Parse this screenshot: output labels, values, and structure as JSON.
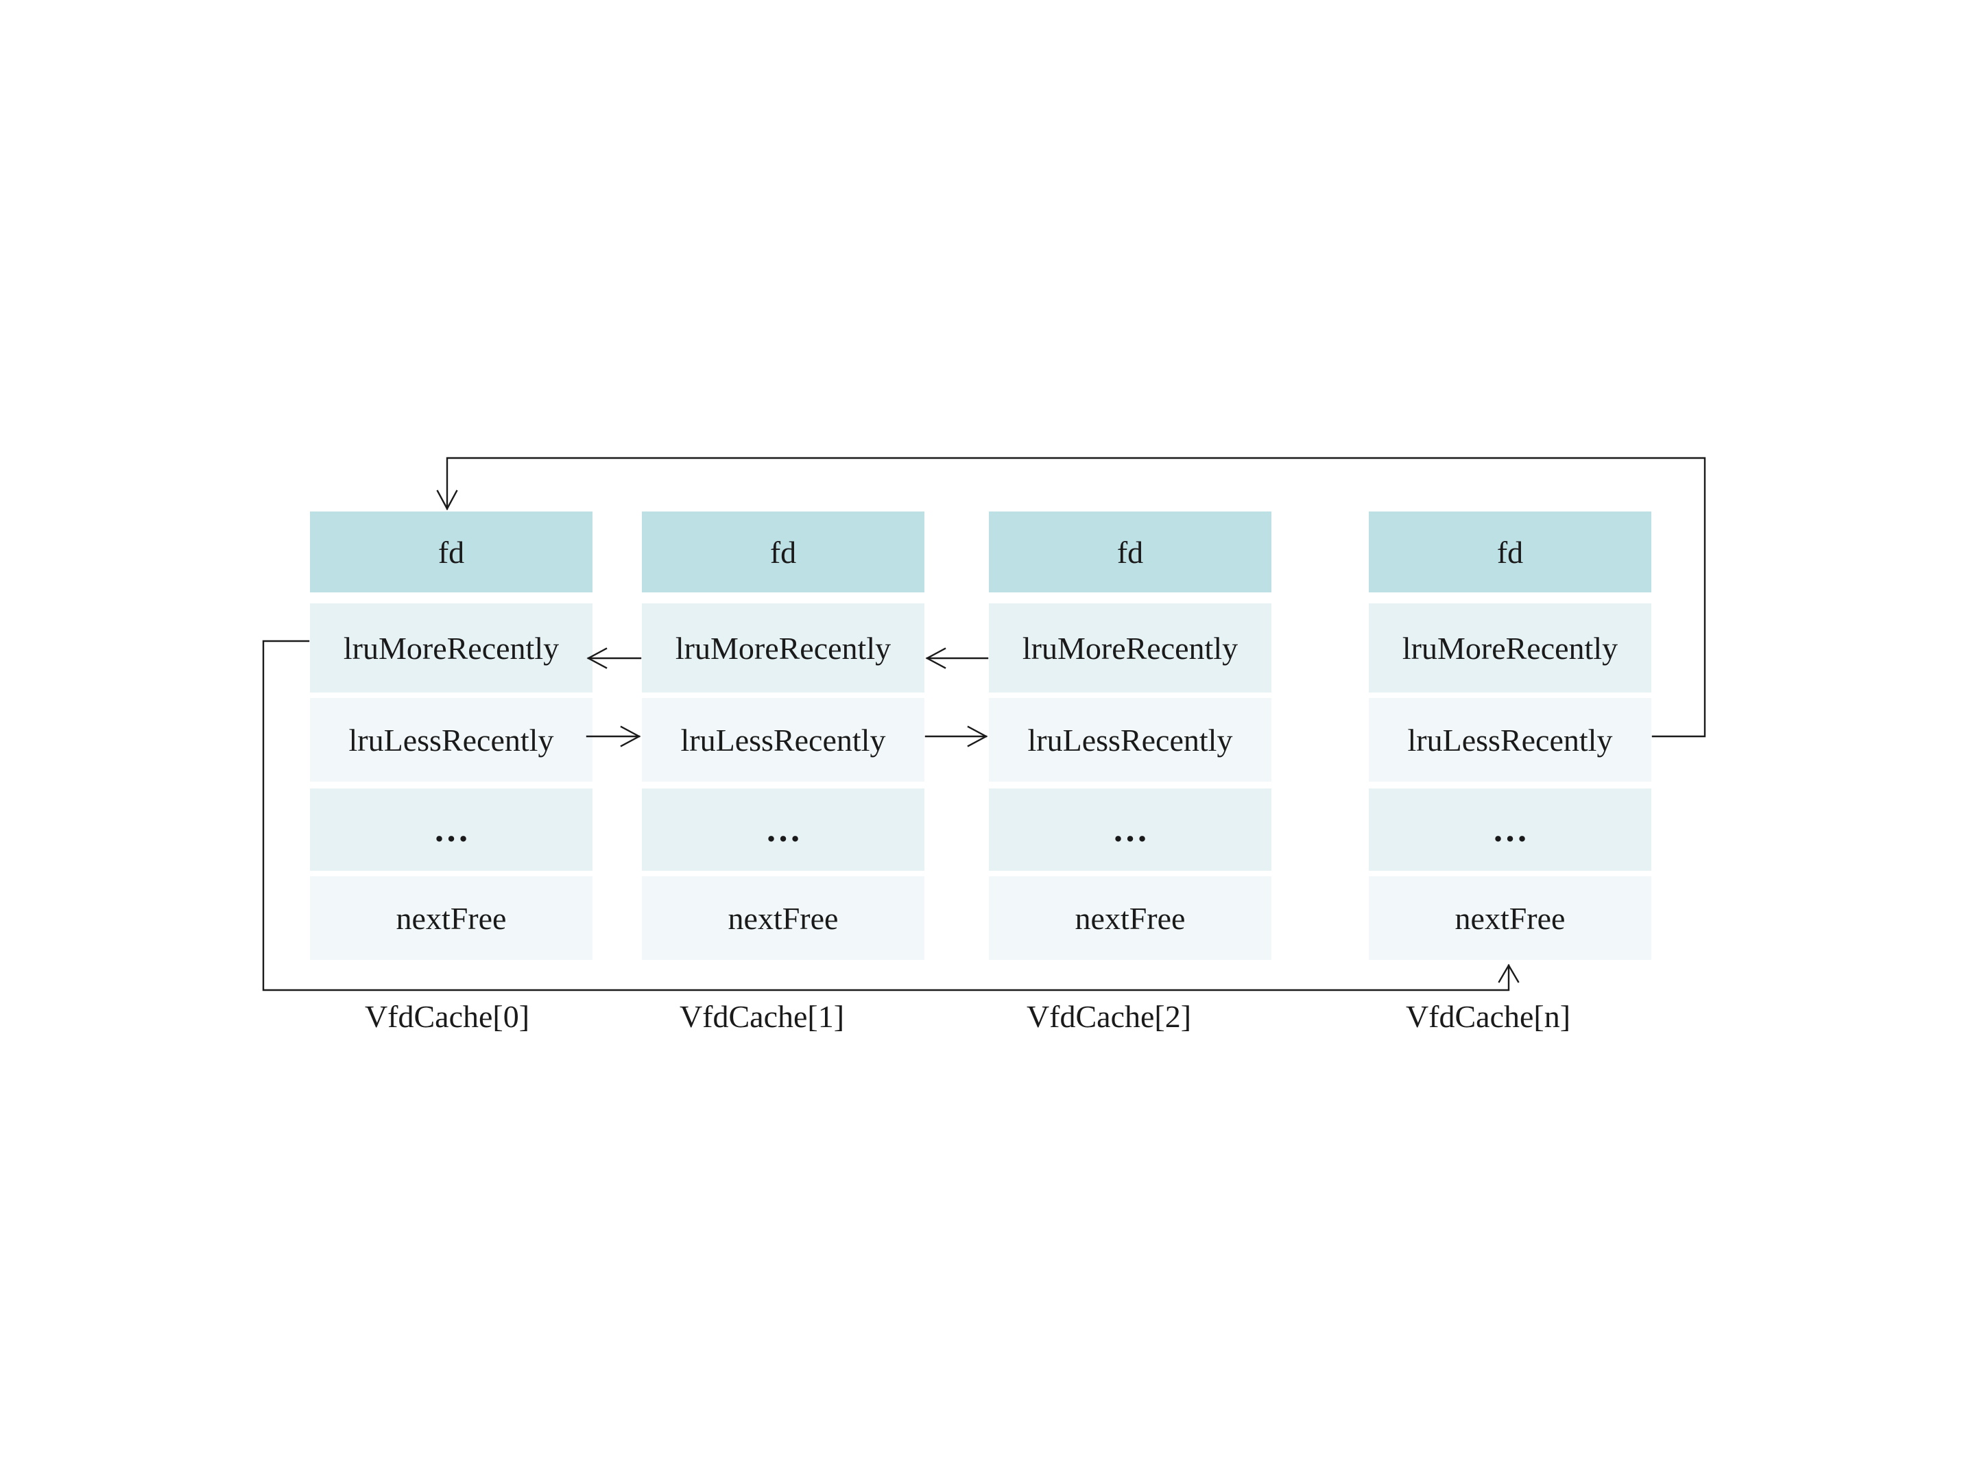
{
  "structs": [
    {
      "fields": [
        "fd",
        "lruMoreRecently",
        "lruLessRecently",
        "…",
        "nextFree"
      ],
      "caption": "VfdCache[0]"
    },
    {
      "fields": [
        "fd",
        "lruMoreRecently",
        "lruLessRecently",
        "…",
        "nextFree"
      ],
      "caption": "VfdCache[1]"
    },
    {
      "fields": [
        "fd",
        "lruMoreRecently",
        "lruLessRecently",
        "…",
        "nextFree"
      ],
      "caption": "VfdCache[2]"
    },
    {
      "fields": [
        "fd",
        "lruMoreRecently",
        "lruLessRecently",
        "…",
        "nextFree"
      ],
      "caption": "VfdCache[n]"
    }
  ],
  "colors": {
    "header": "#bce0e3",
    "row_a": "#e7f2f4",
    "row_b": "#f2f8fa",
    "line": "#1a1a1a"
  }
}
